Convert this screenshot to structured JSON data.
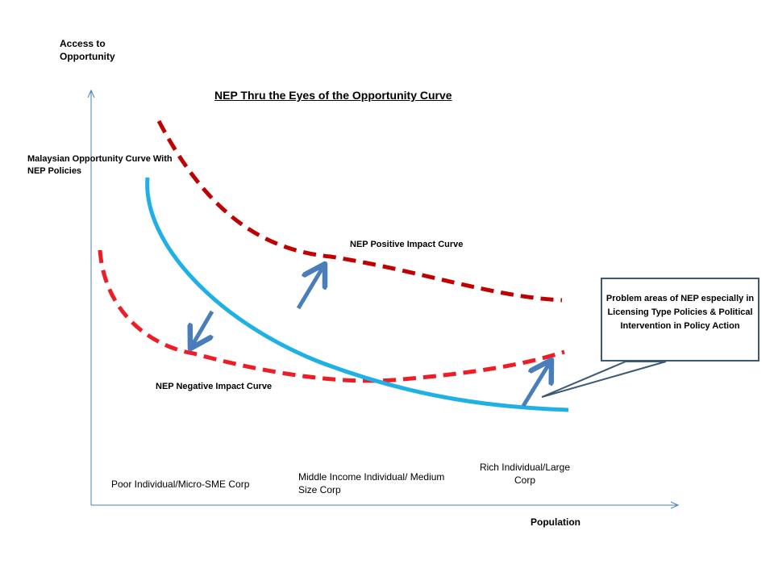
{
  "diagram": {
    "title": "NEP Thru the Eyes of the Opportunity Curve",
    "y_axis_label": "Access to Opportunity",
    "x_axis_label": "Population",
    "curves": {
      "opportunity": "Malaysian Opportunity Curve With NEP Policies",
      "positive": "NEP Positive Impact Curve",
      "negative": "NEP Negative Impact Curve"
    },
    "categories": {
      "poor": "Poor Individual/Micro-SME Corp",
      "middle": "Middle Income Individual/ Medium Size Corp",
      "rich": "Rich Individual/Large Corp"
    },
    "callout": "Problem areas of NEP especially in Licensing Type Policies & Political Intervention in Policy Action"
  },
  "colors": {
    "axis": "#4a7ebb",
    "opportunity_curve": "#1fb0e6",
    "positive_curve": "#c00000",
    "negative_curve": "#ee1c25",
    "arrow": "#4a7ebb",
    "callout_border": "#3b5876"
  }
}
